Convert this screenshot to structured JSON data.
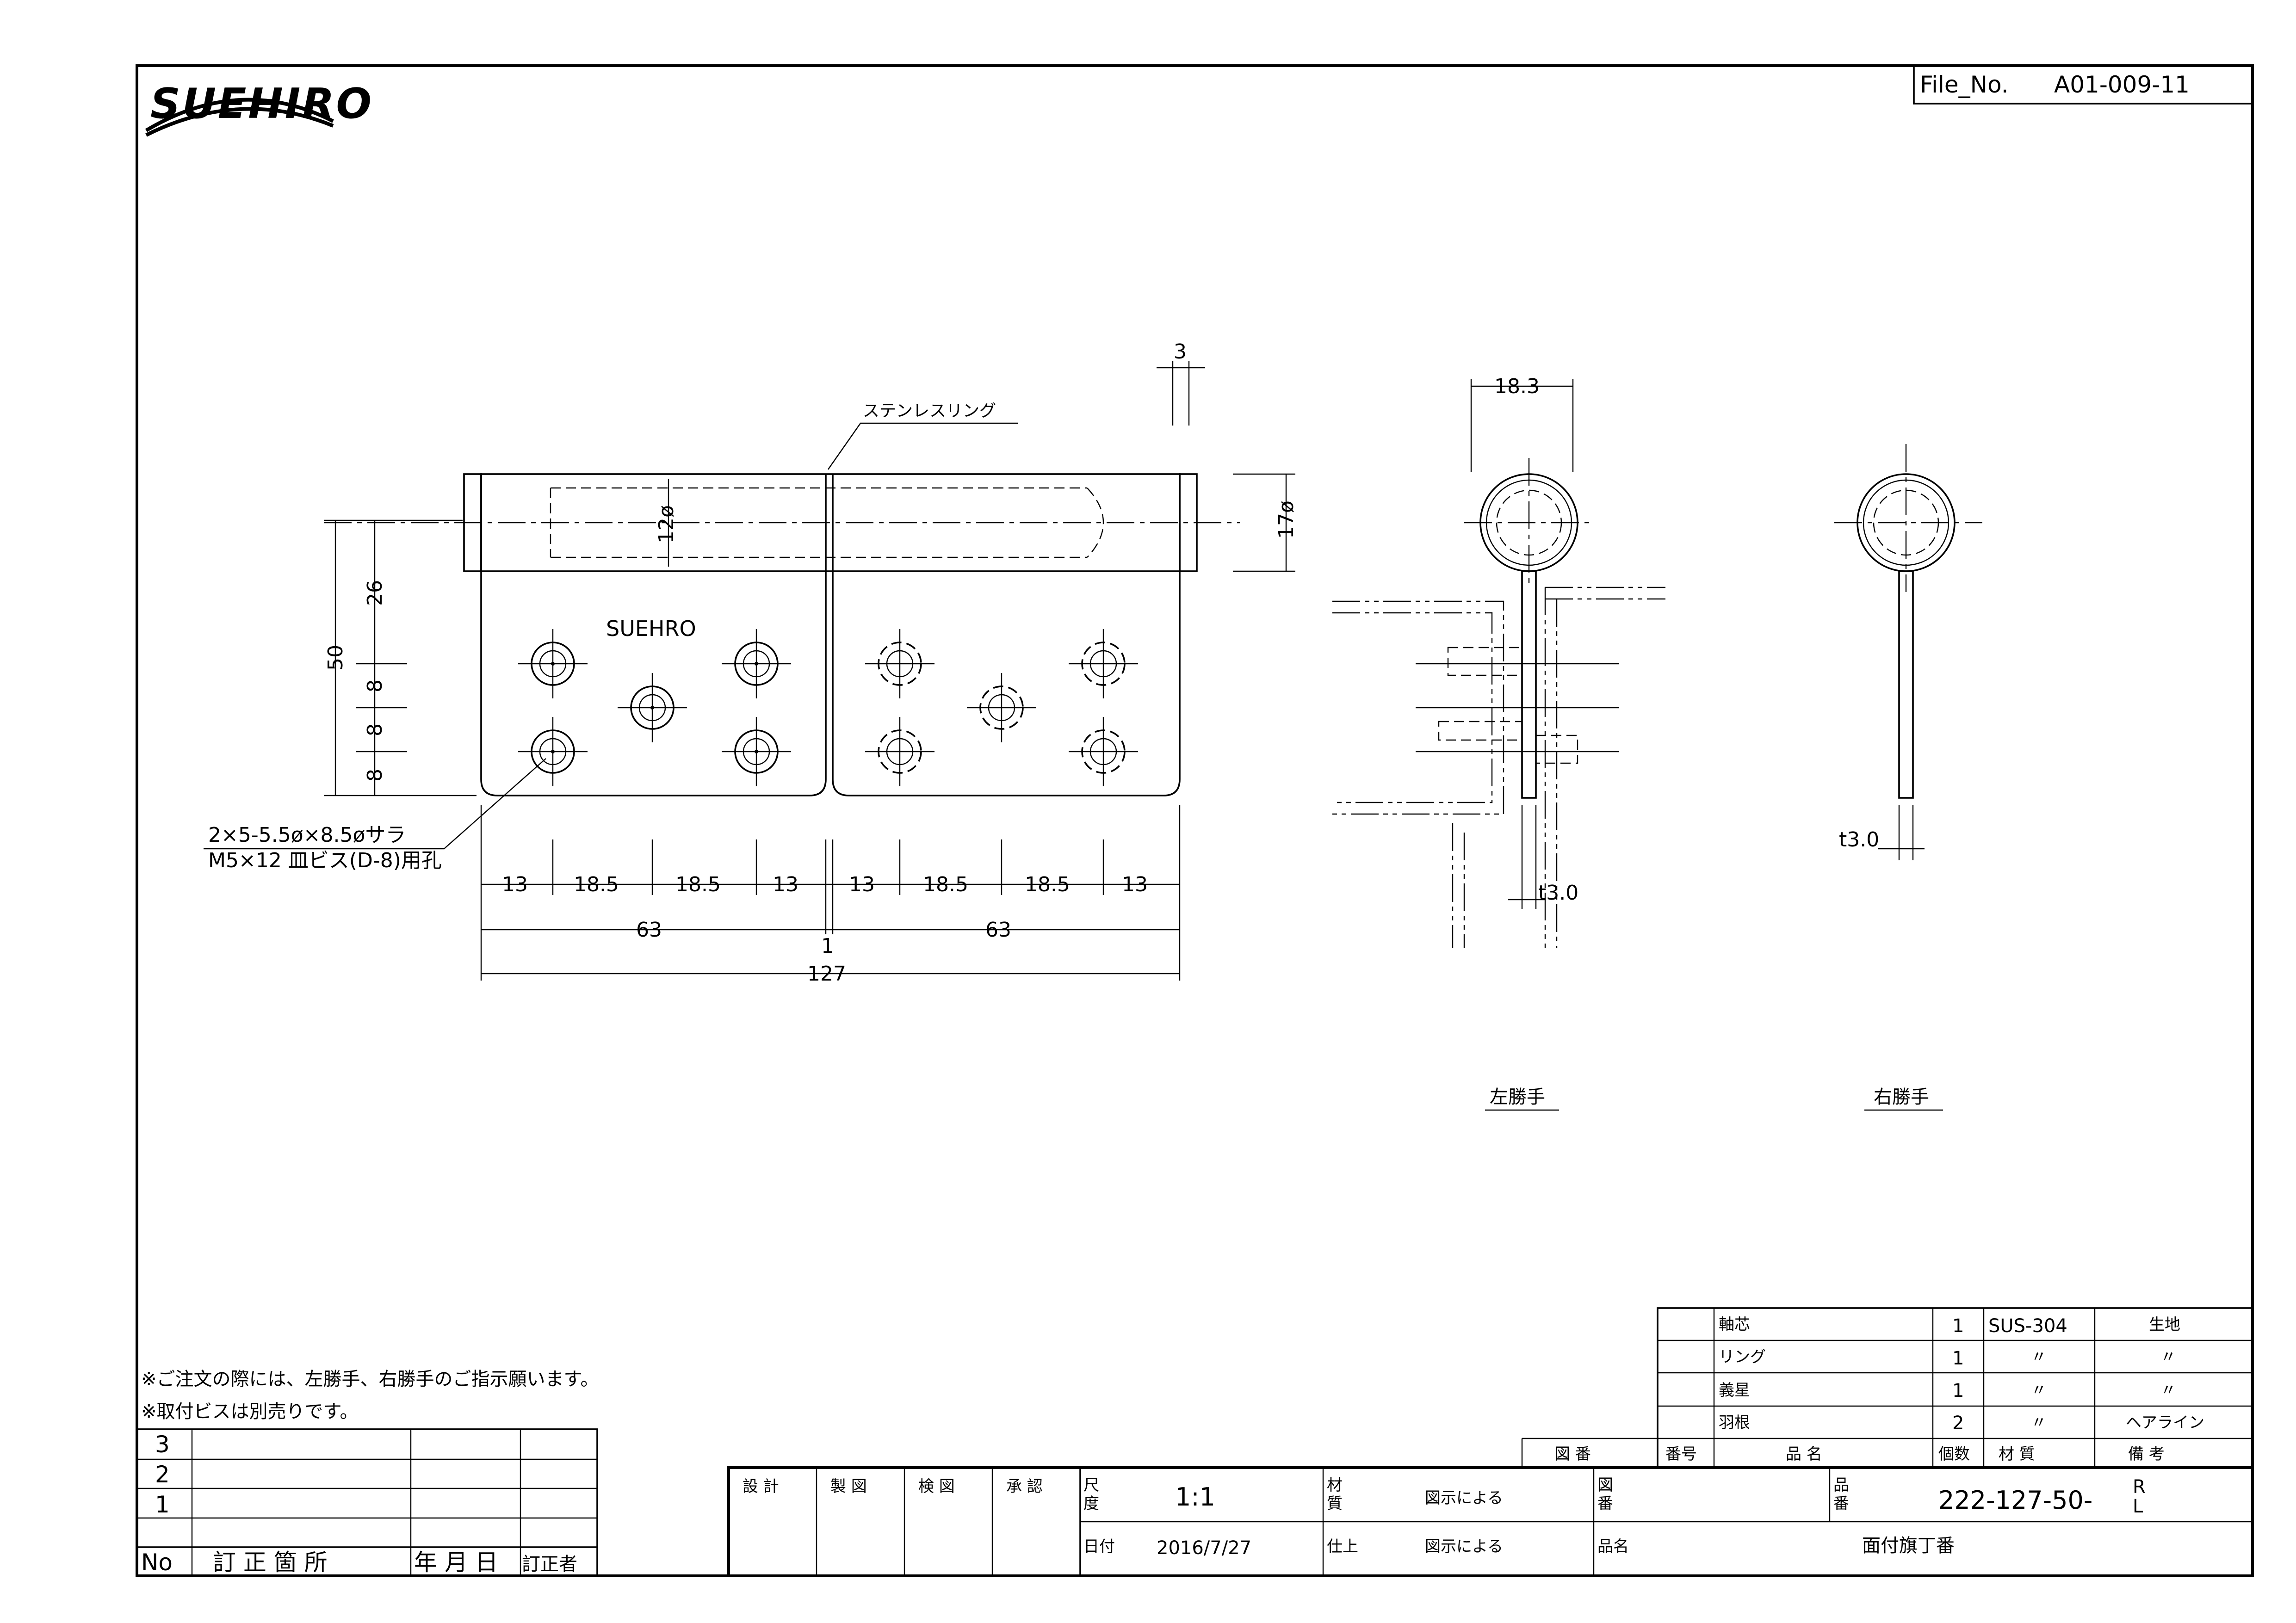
{
  "logo": {
    "text": "SUEHIRO"
  },
  "file_no": {
    "label": "File_No.",
    "value": "A01-009-11"
  },
  "front_view": {
    "ring_label": "ステンレスリング",
    "stamp": "SUEHRO",
    "hole_note_line1": "2×5-5.5ø×8.5øサラ",
    "hole_note_line2": "M5×12 皿ビス(D-8)用孔",
    "dims": {
      "ring_width": "3",
      "pin_dia": "12ø",
      "knuckle_dia": "17ø",
      "height_total": "50",
      "height_a": "26",
      "height_b": "8",
      "height_c": "8",
      "height_d": "8",
      "h1": "13",
      "h2": "18.5",
      "h3": "18.5",
      "h4": "13",
      "h5": "13",
      "h6": "18.5",
      "h7": "18.5",
      "h8": "13",
      "leaf_left": "63",
      "gap": "1",
      "leaf_right": "63",
      "overall": "127"
    }
  },
  "side_view_left": {
    "width_dim": "18.3",
    "thickness": "t3.0",
    "caption": "左勝手"
  },
  "side_view_right": {
    "thickness": "t3.0",
    "caption": "右勝手"
  },
  "notes": [
    "※ご注文の際には、左勝手、右勝手のご指示願います。",
    "※取付ビスは別売りです。"
  ],
  "revision_table": {
    "rows": [
      "3",
      "2",
      "1"
    ],
    "headers": [
      "No",
      "訂 正 箇 所",
      "年 月 日",
      "訂正者"
    ]
  },
  "parts_table": {
    "headers": [
      "図 番",
      "番号",
      "品 名",
      "個数",
      "材 質",
      "備 考"
    ],
    "rows": [
      {
        "name": "軸芯",
        "qty": "1",
        "material": "SUS-304",
        "note": "生地"
      },
      {
        "name": "リング",
        "qty": "1",
        "material": "〃",
        "note": "〃"
      },
      {
        "name": "義星",
        "qty": "1",
        "material": "〃",
        "note": "〃"
      },
      {
        "name": "羽根",
        "qty": "2",
        "material": "〃",
        "note": "ヘアライン"
      }
    ]
  },
  "title_block": {
    "approvals": [
      "設 計",
      "製 図",
      "検 図",
      "承 認"
    ],
    "scale_label_1": "尺",
    "scale_label_2": "度",
    "scale": "1:1",
    "date_label": "日付",
    "date": "2016/7/27",
    "material_label_1": "材",
    "material_label_2": "質",
    "material": "図示による",
    "finish_label": "仕上",
    "finish": "図示による",
    "drawing_no_label_1": "図",
    "drawing_no_label_2": "番",
    "product_no_label_1": "品",
    "product_no_label_2": "番",
    "product_no": "222-127-50-",
    "product_no_r": "R",
    "product_no_l": "L",
    "product_name_label": "品名",
    "product_name": "面付旗丁番"
  }
}
